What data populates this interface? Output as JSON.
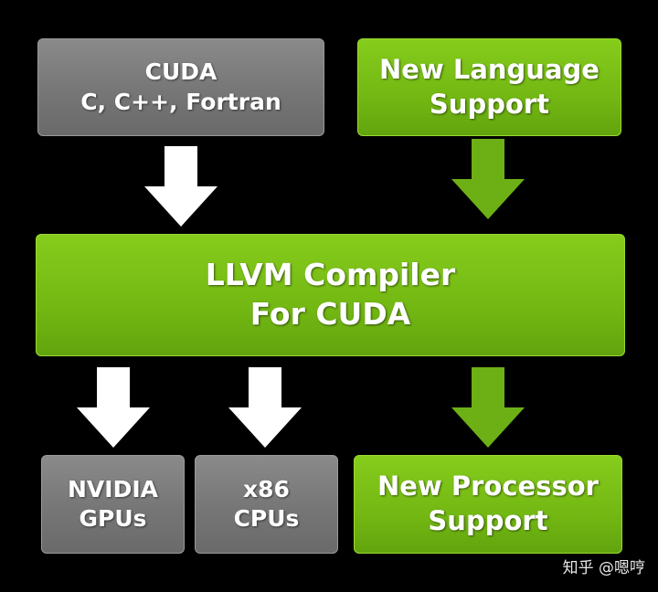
{
  "diagram": {
    "source_top_left": {
      "line1": "CUDA",
      "line2": "C, C++, Fortran"
    },
    "source_top_right": {
      "line1": "New Language",
      "line2": "Support"
    },
    "compiler": {
      "line1": "LLVM Compiler",
      "line2": "For CUDA"
    },
    "targets": [
      {
        "line1": "NVIDIA",
        "line2": "GPUs"
      },
      {
        "line1": "x86",
        "line2": "CPUs"
      },
      {
        "line1": "New Processor",
        "line2": "Support"
      }
    ]
  },
  "watermark": "知乎 @嗯哼",
  "colors": {
    "background": "#000000",
    "gray_box": "#777777",
    "green_box": "#76b900",
    "white_arrow": "#ffffff",
    "green_arrow": "#76b900",
    "text": "#ffffff"
  }
}
